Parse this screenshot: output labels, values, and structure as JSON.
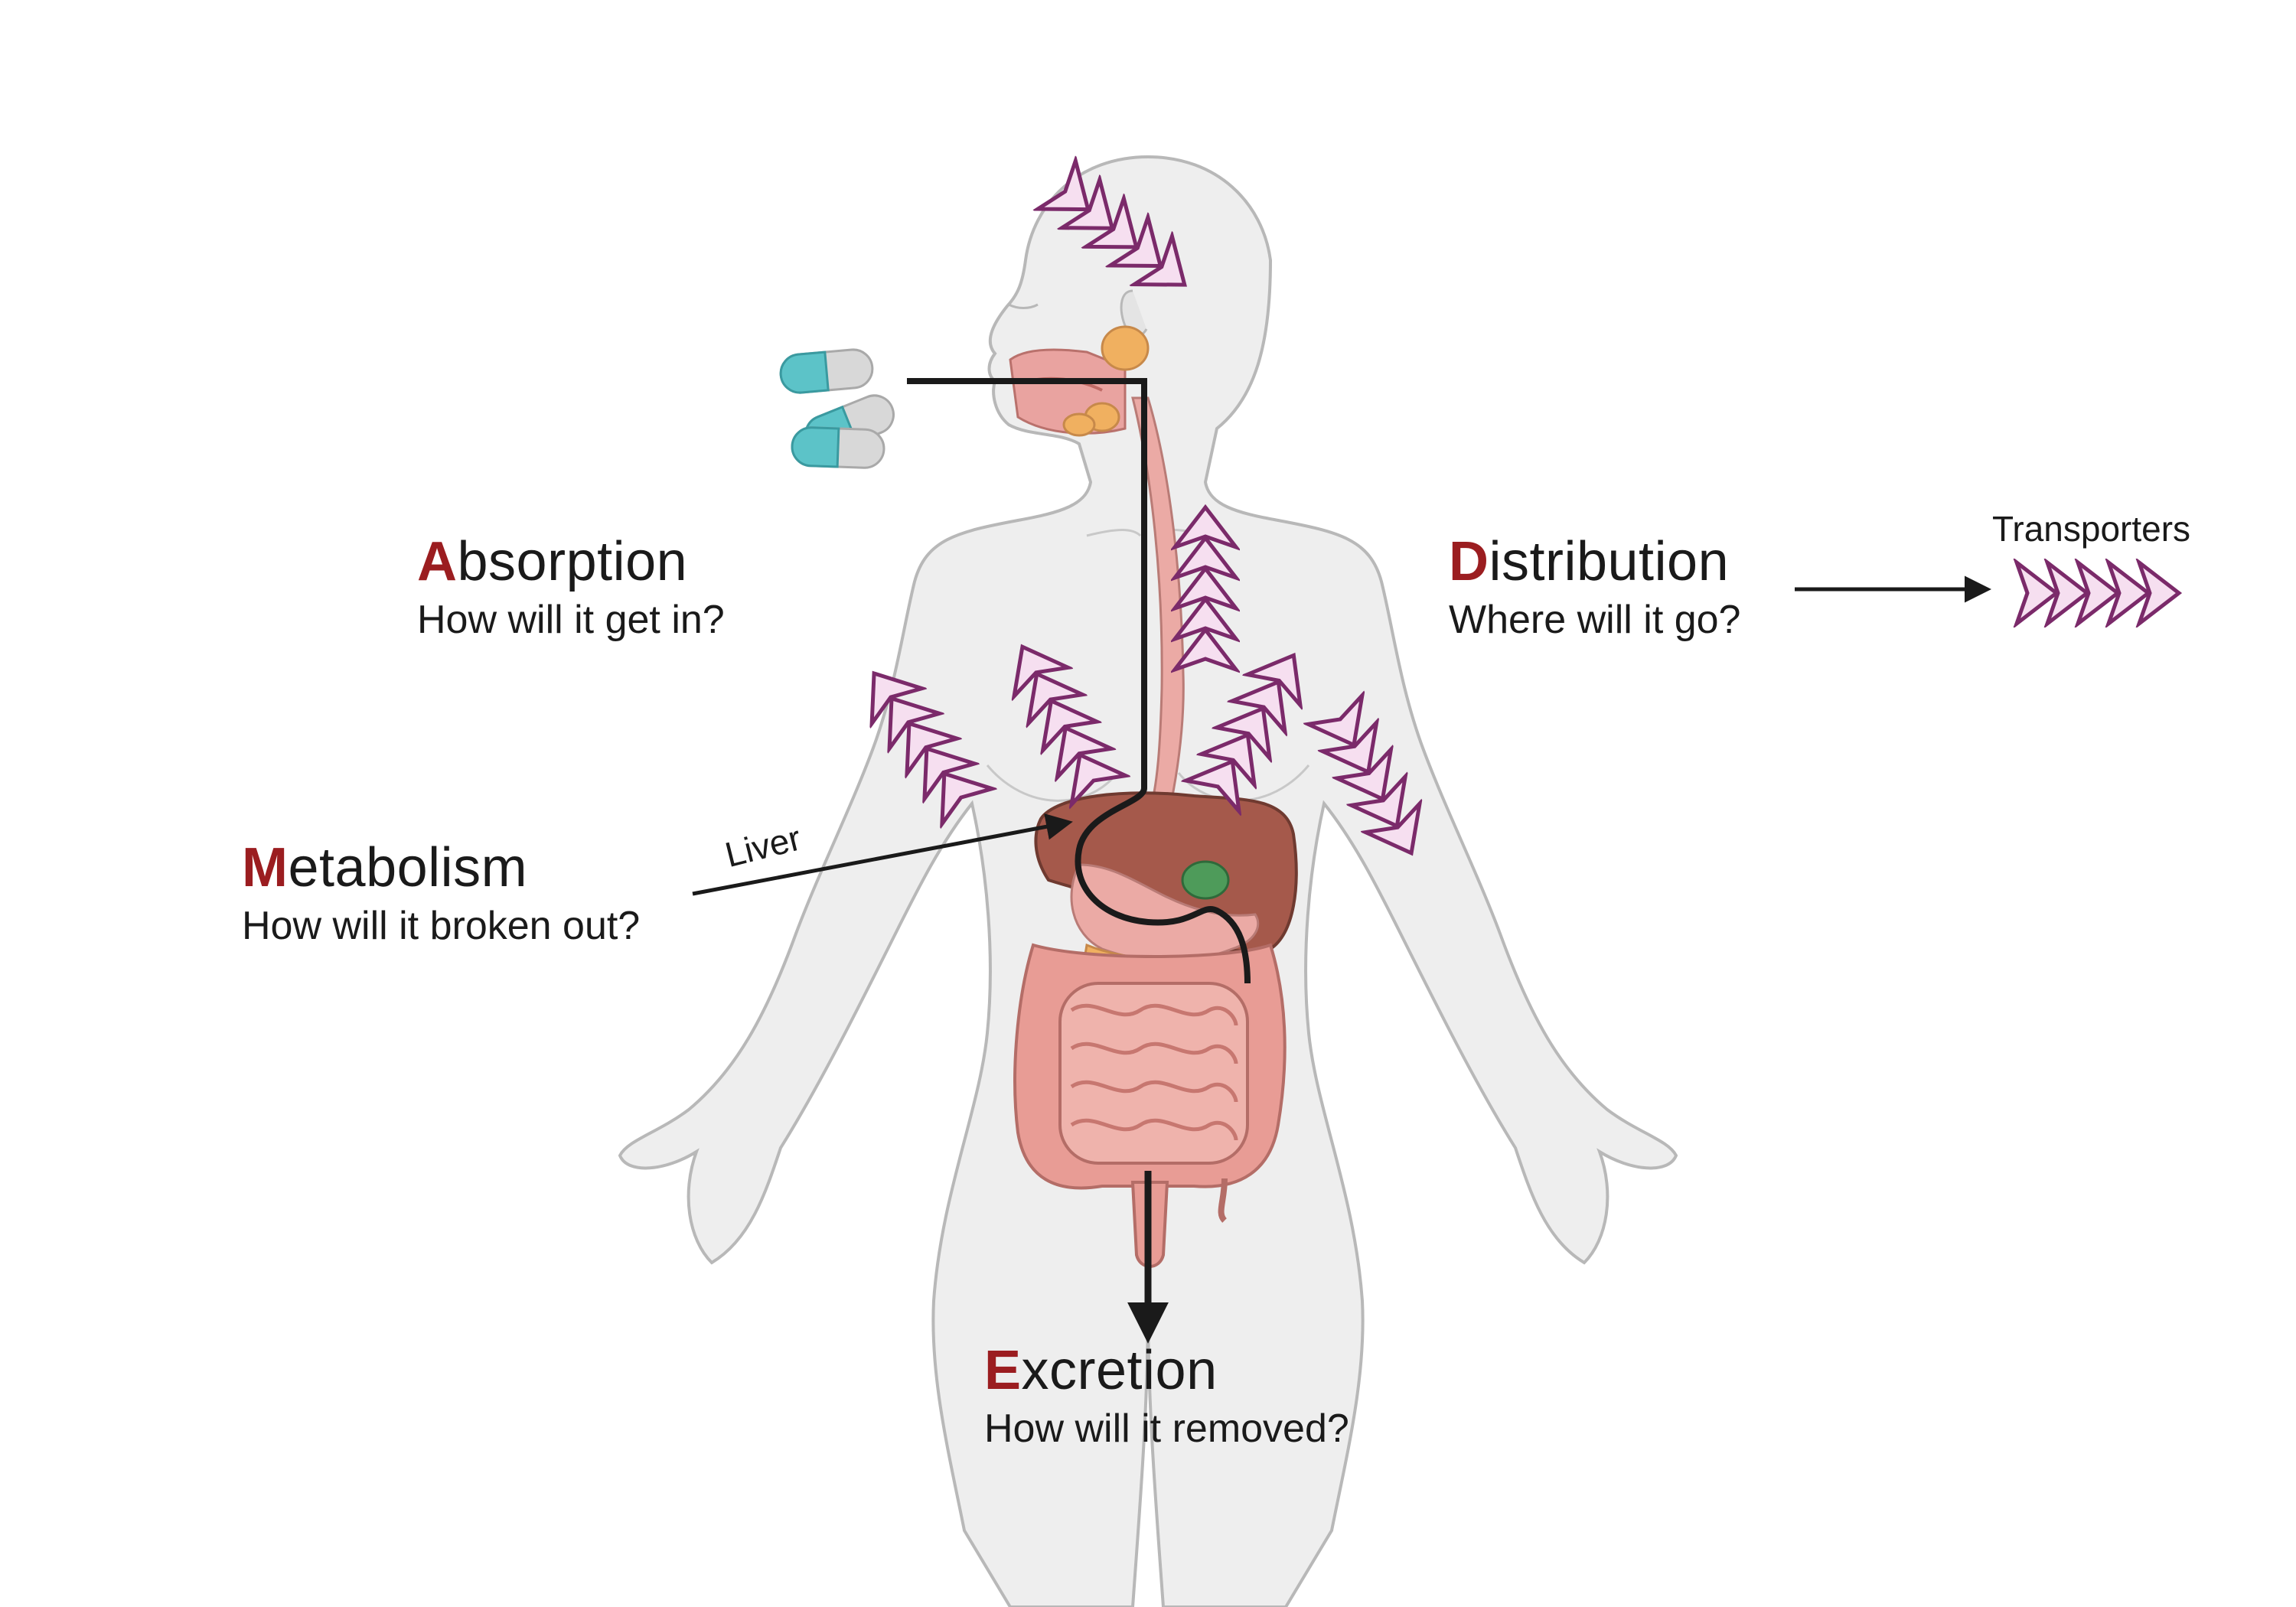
{
  "stages": {
    "absorption": {
      "initial": "A",
      "rest": "bsorption",
      "question": "How will it get in?"
    },
    "distribution": {
      "initial": "D",
      "rest": "istribution",
      "question": "Where will it go?"
    },
    "metabolism": {
      "initial": "M",
      "rest": "etabolism",
      "question": "How will it broken out?"
    },
    "excretion": {
      "initial": "E",
      "rest": "xcretion",
      "question": "How will it removed?"
    }
  },
  "labels": {
    "transporters": "Transporters",
    "liver": "Liver"
  },
  "colors": {
    "accent_initial": "#9b1d20",
    "arrow_chevron": "#7b2a6a",
    "arrow_fill": "#f4dcee",
    "body_fill": "#efefef",
    "body_stroke": "#b5b5b5",
    "organ_pink": "#e9a3a0",
    "liver": "#a0574a",
    "pill_teal": "#5cc3c8",
    "pill_grey": "#d9d9d9"
  }
}
